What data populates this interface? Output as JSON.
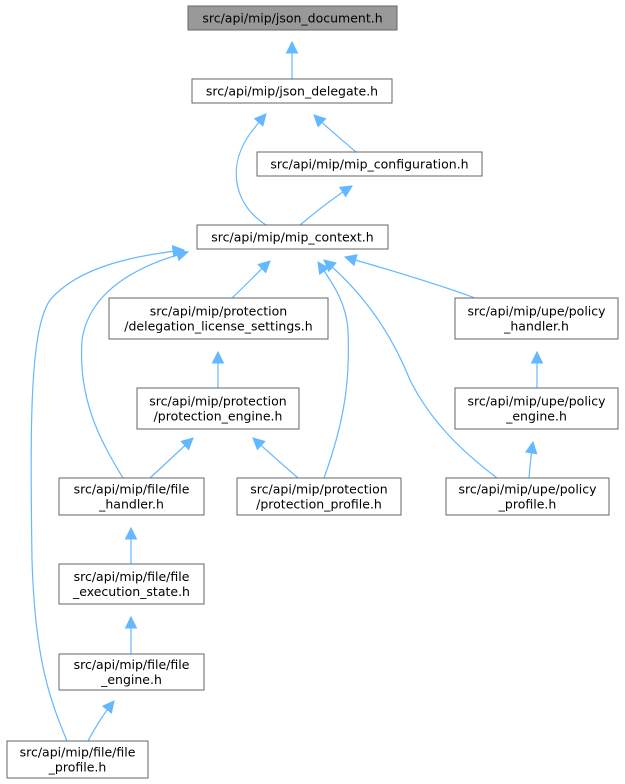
{
  "colors": {
    "root_fill": "#999999",
    "node_fill": "#ffffff",
    "node_border": "#666666",
    "edge": "#63b8ff"
  },
  "nodes": [
    {
      "id": "json_document",
      "lines": [
        "src/api/mip/json_document.h"
      ],
      "root": true
    },
    {
      "id": "json_delegate",
      "lines": [
        "src/api/mip/json_delegate.h"
      ]
    },
    {
      "id": "mip_configuration",
      "lines": [
        "src/api/mip/mip_configuration.h"
      ]
    },
    {
      "id": "mip_context",
      "lines": [
        "src/api/mip/mip_context.h"
      ]
    },
    {
      "id": "delegation_license_settings",
      "lines": [
        "src/api/mip/protection",
        "/delegation_license_settings.h"
      ]
    },
    {
      "id": "policy_handler",
      "lines": [
        "src/api/mip/upe/policy",
        "_handler.h"
      ]
    },
    {
      "id": "protection_engine",
      "lines": [
        "src/api/mip/protection",
        "/protection_engine.h"
      ]
    },
    {
      "id": "policy_engine",
      "lines": [
        "src/api/mip/upe/policy",
        "_engine.h"
      ]
    },
    {
      "id": "file_handler",
      "lines": [
        "src/api/mip/file/file",
        "_handler.h"
      ]
    },
    {
      "id": "protection_profile",
      "lines": [
        "src/api/mip/protection",
        "/protection_profile.h"
      ]
    },
    {
      "id": "policy_profile",
      "lines": [
        "src/api/mip/upe/policy",
        "_profile.h"
      ]
    },
    {
      "id": "file_execution_state",
      "lines": [
        "src/api/mip/file/file",
        "_execution_state.h"
      ]
    },
    {
      "id": "file_engine",
      "lines": [
        "src/api/mip/file/file",
        "_engine.h"
      ]
    },
    {
      "id": "file_profile",
      "lines": [
        "src/api/mip/file/file",
        "_profile.h"
      ]
    }
  ],
  "edges": [
    {
      "from": "json_delegate",
      "to": "json_document"
    },
    {
      "from": "mip_configuration",
      "to": "json_delegate"
    },
    {
      "from": "mip_context",
      "to": "json_delegate"
    },
    {
      "from": "mip_context",
      "to": "mip_configuration"
    },
    {
      "from": "delegation_license_settings",
      "to": "mip_context"
    },
    {
      "from": "file_handler",
      "to": "mip_context"
    },
    {
      "from": "protection_profile",
      "to": "mip_context"
    },
    {
      "from": "policy_handler",
      "to": "mip_context"
    },
    {
      "from": "policy_profile",
      "to": "mip_context"
    },
    {
      "from": "file_profile",
      "to": "mip_context"
    },
    {
      "from": "protection_engine",
      "to": "delegation_license_settings"
    },
    {
      "from": "file_handler",
      "to": "protection_engine"
    },
    {
      "from": "protection_profile",
      "to": "protection_engine"
    },
    {
      "from": "policy_engine",
      "to": "policy_handler"
    },
    {
      "from": "policy_profile",
      "to": "policy_engine"
    },
    {
      "from": "file_execution_state",
      "to": "file_handler"
    },
    {
      "from": "file_engine",
      "to": "file_execution_state"
    },
    {
      "from": "file_profile",
      "to": "file_engine"
    }
  ]
}
